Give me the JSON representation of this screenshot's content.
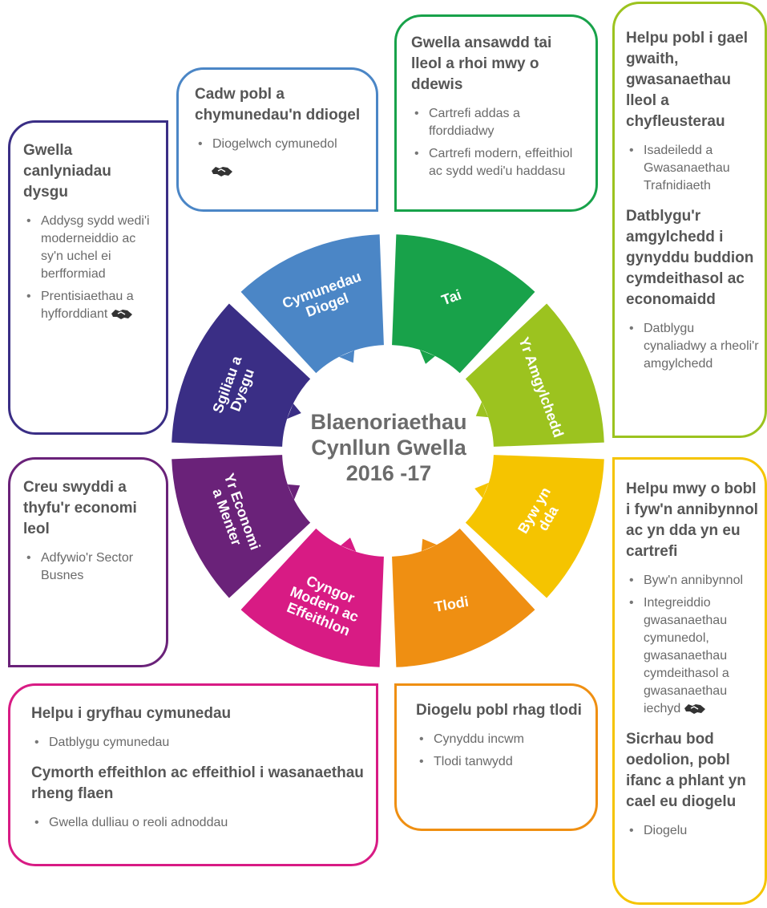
{
  "center": {
    "line1": "Blaenoriaethau",
    "line2": "Cynllun Gwella",
    "line3": "2016 -17"
  },
  "colors": {
    "diogel": "#4b86c6",
    "tai": "#18a24a",
    "amgylchedd": "#9cc31f",
    "byw": "#f5c400",
    "tlodi": "#ef8f12",
    "cyngor": "#d81b84",
    "economi": "#6a2279",
    "sgiliau": "#3a2e85"
  },
  "segments": {
    "diogel": [
      "Cymunedau",
      "Diogel"
    ],
    "tai": [
      "Tai"
    ],
    "amgylchedd": [
      "Yr Amgylchedd"
    ],
    "byw": [
      "Byw yn",
      "dda"
    ],
    "tlodi": [
      "Tlodi"
    ],
    "cyngor": [
      "Cyngor",
      "Modern ac",
      "Effeithlon"
    ],
    "economi": [
      "Yr Economi",
      "a Menter"
    ],
    "sgiliau": [
      "Sgiliau a",
      "Dysgu"
    ]
  },
  "boxes": {
    "dysgu": {
      "title": "Gwella canlyniadau dysgu",
      "items": [
        "Addysg sydd wedi'i moderneiddio ac sy'n uchel ei berfformiad",
        "Prentisiaethau a hyfforddiant"
      ]
    },
    "diogel": {
      "title": "Cadw pobl a chymunedau'n ddiogel",
      "items": [
        "Diogelwch cymunedol"
      ]
    },
    "tai": {
      "title": "Gwella ansawdd tai lleol a rhoi mwy o ddewis",
      "items": [
        "Cartrefi addas a fforddiadwy",
        "Cartrefi modern, effeithiol ac sydd wedi'u haddasu"
      ]
    },
    "gwaith": {
      "title": "Helpu pobl i gael gwaith, gwasanaethau lleol a chyfleusterau",
      "items": [
        "Isadeiledd a Gwasanaethau Trafnidiaeth"
      ],
      "title2": "Datblygu'r amgylchedd i gynyddu buddion cymdeithasol ac economaidd",
      "items2": [
        "Datblygu cynaliadwy a rheoli'r amgylchedd"
      ]
    },
    "economi": {
      "title": "Creu swyddi a thyfu'r economi leol",
      "items": [
        "Adfywio'r Sector Busnes"
      ]
    },
    "byw": {
      "title": "Helpu mwy o bobl i fyw'n annibynnol ac yn dda yn eu cartrefi",
      "items": [
        "Byw'n annibynnol",
        "Integreiddio gwasanaethau cymunedol, gwasanaethau cymdeithasol a gwasanaethau iechyd"
      ],
      "title2": "Sicrhau bod oedolion, pobl ifanc a phlant yn cael eu diogelu",
      "items2": [
        "Diogelu"
      ]
    },
    "cymunedau": {
      "title": "Helpu i gryfhau cymunedau",
      "items": [
        "Datblygu cymunedau"
      ],
      "title2": "Cymorth effeithlon ac effeithiol i wasanaethau rheng flaen",
      "items2": [
        "Gwella dulliau o reoli adnoddau"
      ]
    },
    "tlodi": {
      "title": "Diogelu pobl rhag tlodi",
      "items": [
        "Cynyddu incwm",
        "Tlodi tanwydd"
      ]
    }
  },
  "icons": {
    "partnership": "handshake-icon"
  }
}
